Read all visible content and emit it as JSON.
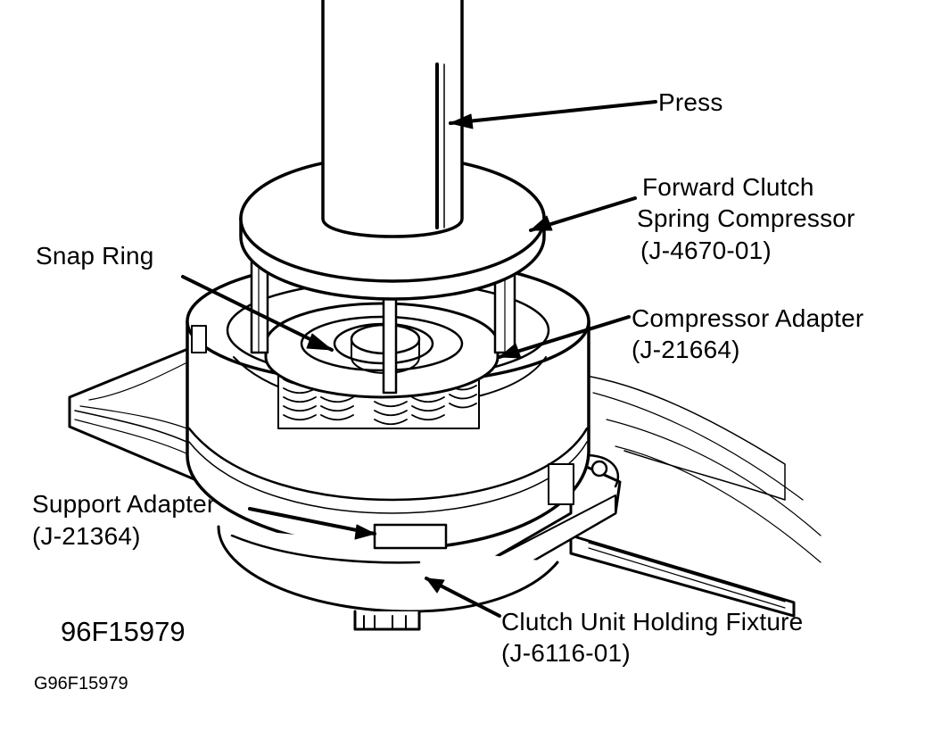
{
  "labels": {
    "press": "Press",
    "forward_clutch_line1": "Forward Clutch",
    "forward_clutch_line2": "Spring Compressor",
    "forward_clutch_part": "(J-4670-01)",
    "snap_ring": "Snap Ring",
    "compressor_adapter": "Compressor Adapter",
    "compressor_adapter_part": "(J-21664)",
    "support_adapter": "Support Adapter",
    "support_adapter_part": "(J-21364)",
    "holding_fixture": "Clutch Unit Holding Fixture",
    "holding_fixture_part": "(J-6116-01)"
  },
  "figure_code": "96F15979",
  "figure_id": "G96F15979",
  "colors": {
    "ink": "#000000",
    "paper": "#ffffff"
  }
}
